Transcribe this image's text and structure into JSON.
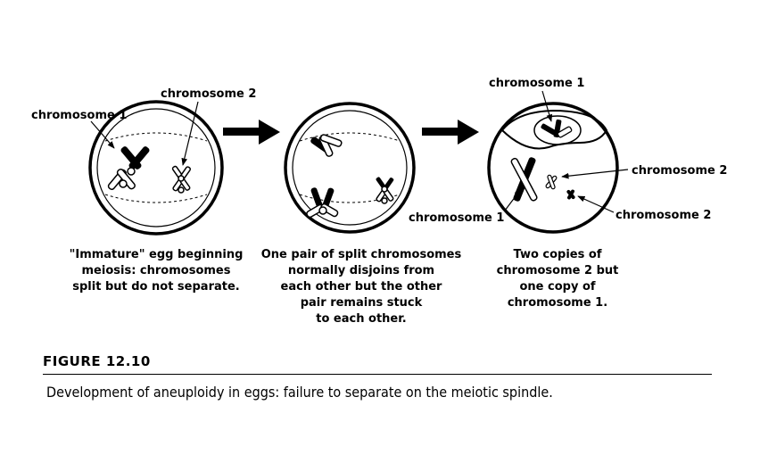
{
  "labels": {
    "cell1_chrom1": "chromosome 1",
    "cell1_chrom2": "chromosome 2",
    "cell3_top_chrom1": "chromosome 1",
    "cell3_mid_chrom2": "chromosome 2",
    "cell3_low_chrom1": "chromosome 1",
    "cell3_low_chrom2": "chromosome 2"
  },
  "captions": {
    "step1": "\"Immature\" egg beginning\nmeiosis: chromosomes\nsplit but do not separate.",
    "step2": "One pair of split chromosomes\nnormally disjoins from\neach other but the other\npair remains stuck\nto each other.",
    "step3": "Two copies of\nchromosome 2 but\none copy of\nchromosome 1."
  },
  "figure": {
    "number": "FIGURE 12.10",
    "caption": "Development of aneuploidy in eggs: failure to separate on the meiotic spindle."
  }
}
